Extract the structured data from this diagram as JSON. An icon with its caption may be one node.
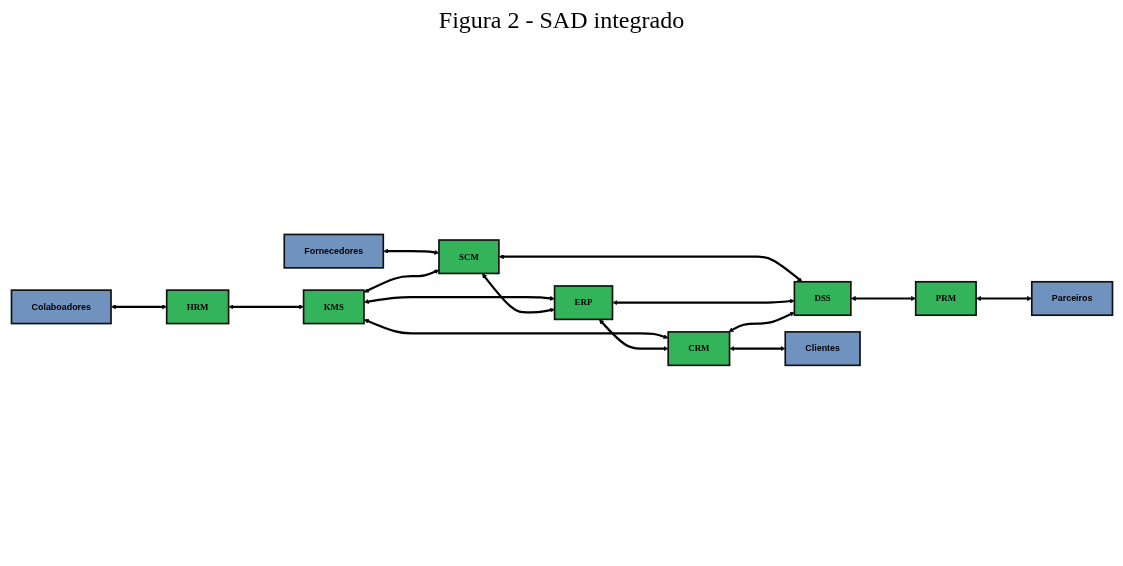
{
  "diagram": {
    "title": "Figura 2 - SAD integrado",
    "nodes": [
      {
        "text": [
          "Fornecedores"
        ]
      },
      {
        "text": [
          "Colaboadores"
        ]
      },
      {
        "text": [
          "HRM"
        ]
      },
      {
        "text": [
          "KMS"
        ]
      },
      {
        "text": [
          "SCM"
        ]
      },
      {
        "text": [
          "ERP"
        ]
      },
      {
        "text": [
          "CRM"
        ]
      },
      {
        "text": [
          "DSS"
        ]
      },
      {
        "text": [
          "PRM"
        ]
      },
      {
        "text": [
          "Parceiros"
        ]
      },
      {
        "text": [
          "Clientes"
        ]
      }
    ],
    "edges": [
      {
        "from": 0,
        "to": 4,
        "arrow": "both"
      },
      {
        "from": 1,
        "to": 2,
        "arrow": "both"
      },
      {
        "from": 2,
        "to": 3,
        "arrow": "both"
      },
      {
        "from": 3,
        "to": 4,
        "arrow": "both"
      },
      {
        "from": 3,
        "to": 5,
        "arrow": "both"
      },
      {
        "from": 3,
        "to": 6,
        "arrow": "both"
      },
      {
        "from": 4,
        "to": 5,
        "arrow": "both"
      },
      {
        "from": 5,
        "to": 6,
        "arrow": "both"
      },
      {
        "from": 4,
        "to": 7,
        "arrow": "both"
      },
      {
        "from": 5,
        "to": 7,
        "arrow": "both"
      },
      {
        "from": 6,
        "to": 7,
        "arrow": "both"
      },
      {
        "from": 6,
        "to": 10,
        "arrow": "both"
      },
      {
        "from": 7,
        "to": 8,
        "arrow": "both"
      },
      {
        "from": 8,
        "to": 9,
        "arrow": "both"
      }
    ]
  }
}
